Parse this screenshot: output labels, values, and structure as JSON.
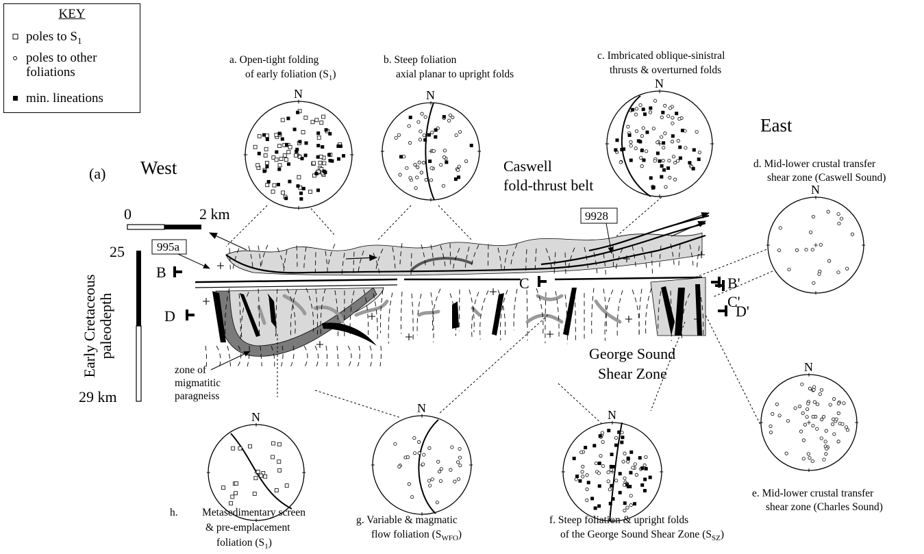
{
  "key": {
    "title": "KEY",
    "items": [
      {
        "symbol": "open-square-icon",
        "text": "poles to S",
        "sub": "1"
      },
      {
        "symbol": "open-circle-icon",
        "text": "poles to other foliations"
      },
      {
        "symbol": "filled-square-icon",
        "text": "min. lineations"
      }
    ]
  },
  "panel_label": "(a)",
  "directions": {
    "west": "West",
    "east": "East"
  },
  "scale": {
    "zero": "0",
    "end": "2 km"
  },
  "depth_axis": {
    "label_line1": "Early Cretaceous",
    "label_line2": "paleodepth",
    "top": "25",
    "bottom": "29 km"
  },
  "sections": {
    "b": "B",
    "b_prime": "B'",
    "c": "C",
    "c_prime": "C'",
    "d": "D",
    "d_prime": "D'"
  },
  "samples": [
    "995a",
    "9928"
  ],
  "region_labels": {
    "caswell_1": "Caswell",
    "caswell_2": "fold-thrust belt",
    "george_1": "George Sound",
    "george_2": "Shear Zone",
    "zone_1": "zone of",
    "zone_2": "migmatitic",
    "zone_3": "paragneiss"
  },
  "north_label": "N",
  "stereonets": {
    "a": {
      "line1": "a.  Open-tight folding",
      "line2": "of early foliation (S",
      "sub": "1",
      "end": ")"
    },
    "b": {
      "line1": "b.  Steep foliation",
      "line2": "axial planar to upright folds"
    },
    "c": {
      "line1": "c.  Imbricated oblique-sinistral",
      "line2": "thrusts & overturned folds"
    },
    "d": {
      "line1": "d.  Mid-lower crustal transfer",
      "line2": "shear zone (Caswell Sound)"
    },
    "e": {
      "line1": "e.  Mid-lower crustal transfer",
      "line2": "shear zone (Charles Sound)"
    },
    "f": {
      "line1": "f.  Steep foliation & upright folds",
      "line2": "of the George Sound Shear Zone (S",
      "sub": "SZ",
      "end": ")"
    },
    "g": {
      "line1": "g.  Variable & magmatic",
      "line2": "flow foliation (S",
      "sub": "WFO",
      "end": ")"
    },
    "h_letter": "h.",
    "h": {
      "line1": "Metasedimentary screen",
      "line2": "& pre-emplacement",
      "line3": "foliation (S",
      "sub": "1",
      "end": ")"
    }
  },
  "colors": {
    "light_fill": "#d9d9d9",
    "dark_fill": "#7a7a7a",
    "gray_line": "#9a9a9a",
    "ink": "#000000"
  }
}
